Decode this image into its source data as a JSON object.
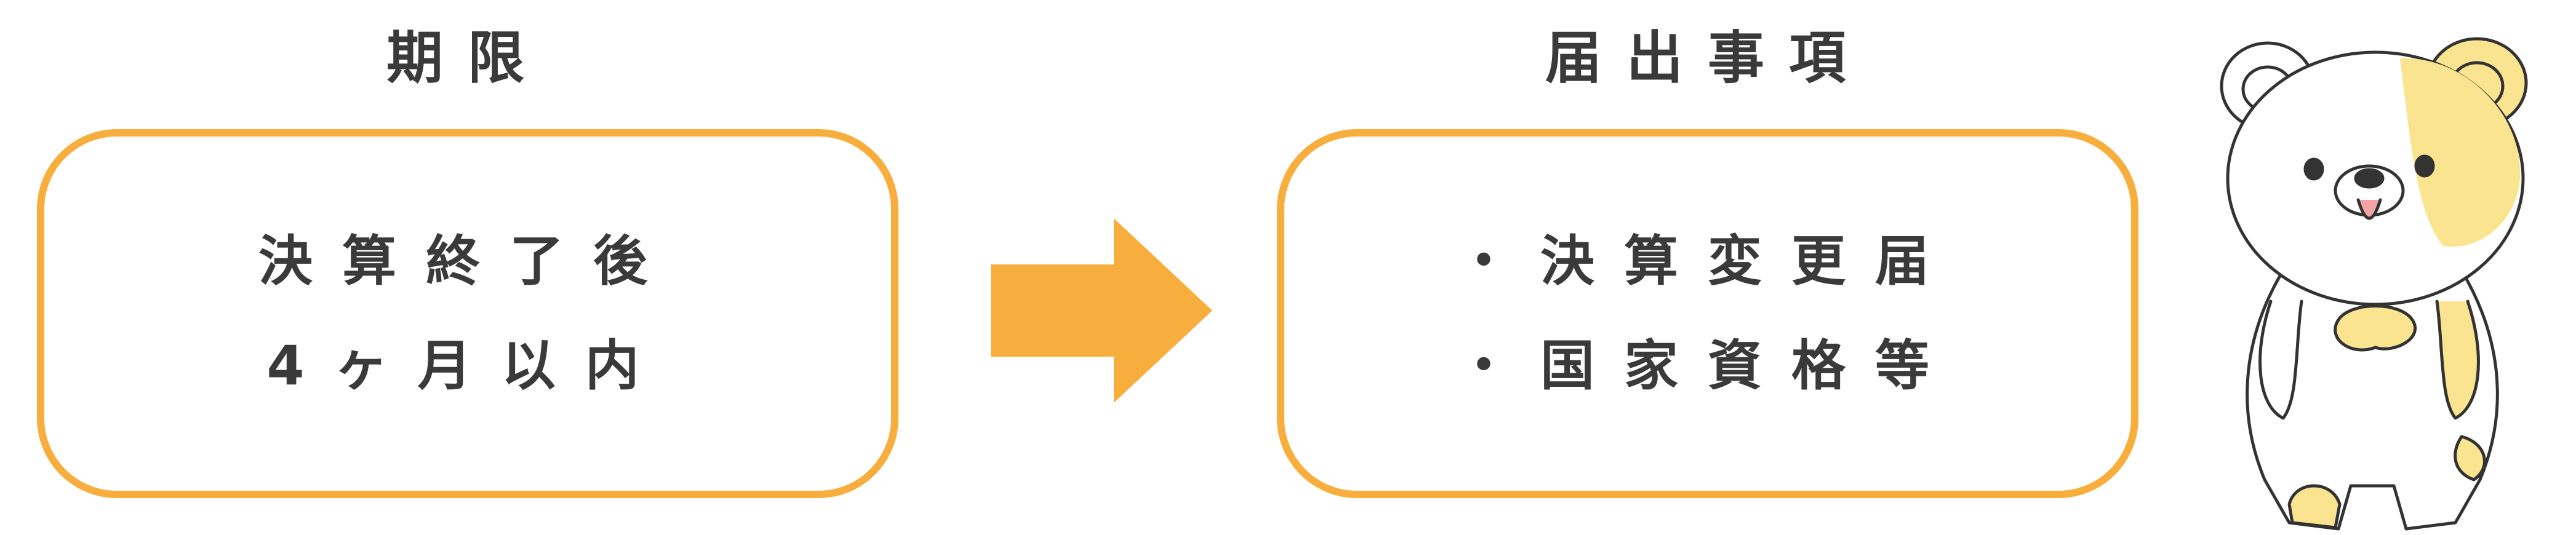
{
  "deadline": {
    "heading": "期限",
    "lines": [
      "決算終了後",
      "4ヶ月以内"
    ]
  },
  "items": {
    "heading": "届出事項",
    "lines": [
      "・決算変更届",
      "・国家資格等"
    ]
  },
  "colors": {
    "accent": "#f7ae3c",
    "text": "#3a3a3a",
    "bear_patch": "#fbe48f"
  },
  "icons": {
    "arrow": "arrow-right-icon",
    "mascot": "bear-mascot-icon"
  }
}
